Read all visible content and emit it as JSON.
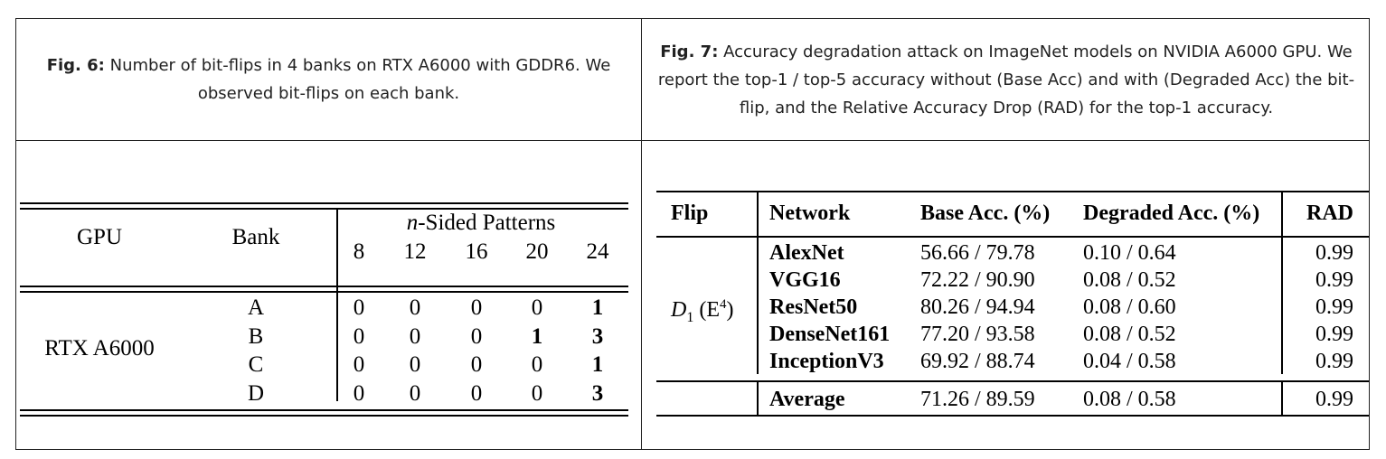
{
  "fig6": {
    "caption_label": "Fig. 6:",
    "caption_text": " Number of bit-flips in 4 banks on RTX A6000 with GDDR6. We observed bit-flips on each bank.",
    "header": {
      "gpu": "GPU",
      "bank": "Bank",
      "patterns_italic": "n",
      "patterns_rest": "-Sided Patterns",
      "n_values": [
        "8",
        "12",
        "16",
        "20",
        "24"
      ]
    },
    "gpu_name": "RTX A6000",
    "rows": [
      {
        "bank": "A",
        "values": [
          "0",
          "0",
          "0",
          "0",
          "1"
        ],
        "bold": [
          false,
          false,
          false,
          false,
          true
        ]
      },
      {
        "bank": "B",
        "values": [
          "0",
          "0",
          "0",
          "1",
          "3"
        ],
        "bold": [
          false,
          false,
          false,
          true,
          true
        ]
      },
      {
        "bank": "C",
        "values": [
          "0",
          "0",
          "0",
          "0",
          "1"
        ],
        "bold": [
          false,
          false,
          false,
          false,
          true
        ]
      },
      {
        "bank": "D",
        "values": [
          "0",
          "0",
          "0",
          "0",
          "3"
        ],
        "bold": [
          false,
          false,
          false,
          false,
          true
        ]
      }
    ]
  },
  "fig7": {
    "caption_label": "Fig. 7:",
    "caption_text": " Accuracy degradation attack on ImageNet models on NVIDIA A6000 GPU. We report the top-1 / top-5 accuracy without (Base Acc) and with (Degraded Acc) the bit-flip, and the Relative Accuracy Drop (RAD) for the top-1 accuracy.",
    "header": {
      "flip": "Flip",
      "network": "Network",
      "base": "Base Acc. (%)",
      "degraded": "Degraded Acc. (%)",
      "rad": "RAD"
    },
    "flip_main": "D",
    "flip_sub": "1",
    "flip_paren_open": " (E",
    "flip_sup": "4",
    "flip_paren_close": ")",
    "rows": [
      {
        "network": "AlexNet",
        "base": "56.66 / 79.78",
        "degraded": "0.10 / 0.64",
        "rad": "0.99"
      },
      {
        "network": "VGG16",
        "base": "72.22 / 90.90",
        "degraded": "0.08 / 0.52",
        "rad": "0.99"
      },
      {
        "network": "ResNet50",
        "base": "80.26 / 94.94",
        "degraded": "0.08 / 0.60",
        "rad": "0.99"
      },
      {
        "network": "DenseNet161",
        "base": "77.20 / 93.58",
        "degraded": "0.08 / 0.52",
        "rad": "0.99"
      },
      {
        "network": "InceptionV3",
        "base": "69.92 / 88.74",
        "degraded": "0.04 / 0.58",
        "rad": "0.99"
      }
    ],
    "average": {
      "network": "Average",
      "base": "71.26 / 89.59",
      "degraded": "0.08 / 0.58",
      "rad": "0.99"
    }
  }
}
